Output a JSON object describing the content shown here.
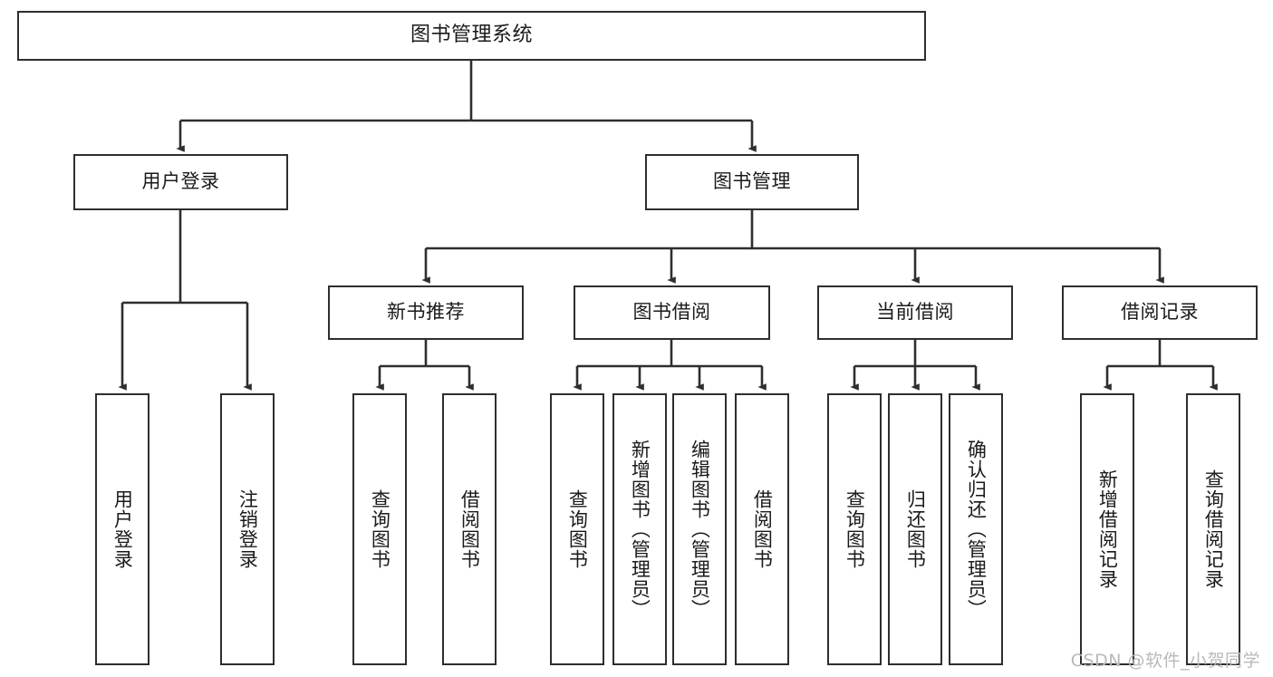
{
  "diagram": {
    "title": "图书管理系统",
    "type": "tree",
    "watermark": "CSDN @软件_小贺同学",
    "colors": {
      "stroke": "#2e2e2e",
      "text": "#1a1a1a",
      "background": "#ffffff",
      "watermark": "#b9b9b9"
    },
    "levels": {
      "root": {
        "label": "图书管理系统"
      },
      "level2": [
        {
          "label": "用户登录"
        },
        {
          "label": "图书管理"
        }
      ],
      "level3": [
        {
          "label": "新书推荐"
        },
        {
          "label": "图书借阅"
        },
        {
          "label": "当前借阅"
        },
        {
          "label": "借阅记录"
        }
      ],
      "leaves": [
        {
          "label": "用户登录",
          "parent": "用户登录"
        },
        {
          "label": "注销登录",
          "parent": "用户登录"
        },
        {
          "label": "查询图书",
          "parent": "新书推荐"
        },
        {
          "label": "借阅图书",
          "parent": "新书推荐"
        },
        {
          "label": "查询图书",
          "parent": "图书借阅"
        },
        {
          "label": "新增图书（管理员）",
          "parent": "图书借阅"
        },
        {
          "label": "编辑图书（管理员）",
          "parent": "图书借阅"
        },
        {
          "label": "借阅图书",
          "parent": "图书借阅"
        },
        {
          "label": "查询图书",
          "parent": "当前借阅"
        },
        {
          "label": "归还图书",
          "parent": "当前借阅"
        },
        {
          "label": "确认归还（管理员）",
          "parent": "当前借阅"
        },
        {
          "label": "新增借阅记录",
          "parent": "借阅记录"
        },
        {
          "label": "查询借阅记录",
          "parent": "借阅记录"
        }
      ]
    }
  }
}
